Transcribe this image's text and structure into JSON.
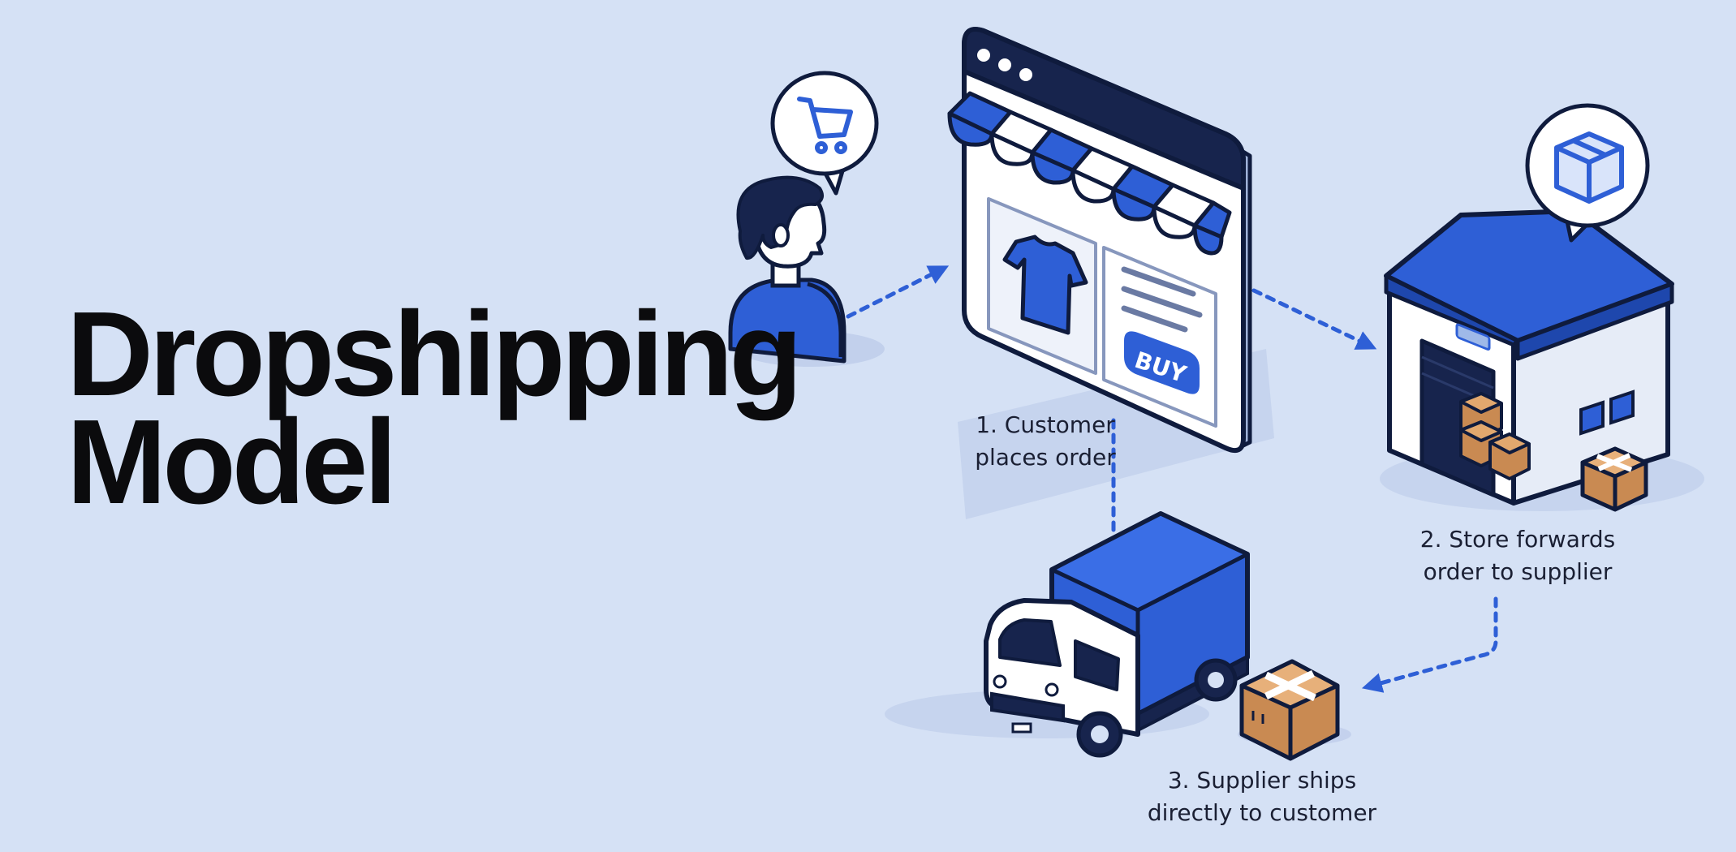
{
  "title": {
    "line1": "Dropshipping",
    "line2": "Model"
  },
  "steps": [
    {
      "line1": "1. Customer",
      "line2": "places order"
    },
    {
      "line1": "2. Store forwards",
      "line2": "order to supplier"
    },
    {
      "line1": "3. Supplier ships",
      "line2": "directly to customer"
    }
  ],
  "storefront": {
    "buy_label": "BUY"
  },
  "icons": {
    "cart": "shopping-cart-icon",
    "box": "package-icon",
    "shirt": "t-shirt-icon"
  },
  "colors": {
    "background": "#d5e1f5",
    "accent": "#2e5fd6",
    "outline": "#0f1b3d",
    "box": "#c98a52"
  }
}
